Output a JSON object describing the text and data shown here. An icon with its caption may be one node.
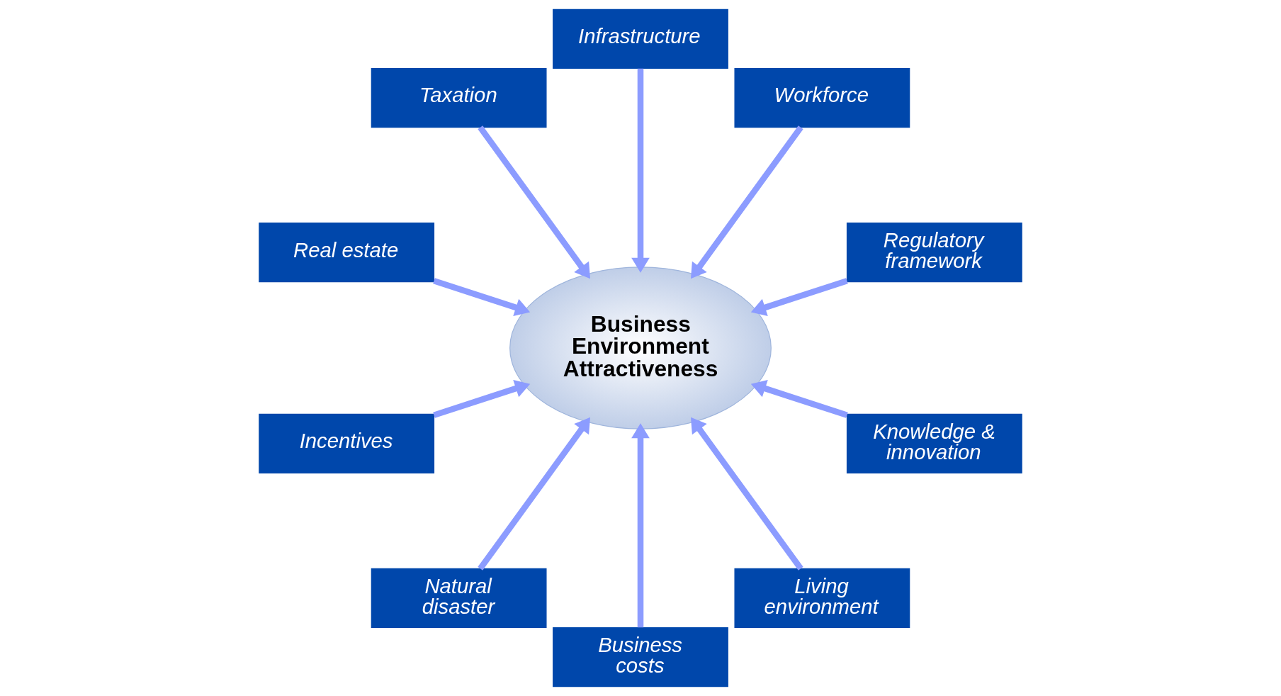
{
  "diagram": {
    "nodes": [
      {
        "text": [
          "Business Environment Attractiveness"
        ]
      },
      {
        "text": [
          "Regulatory framework"
        ]
      },
      {
        "text": [
          "Workforce"
        ]
      },
      {
        "text": [
          "Infrastructure"
        ]
      },
      {
        "text": [
          "Taxation"
        ]
      },
      {
        "text": [
          "Real estate"
        ]
      },
      {
        "text": [
          "Incentives"
        ]
      },
      {
        "text": [
          "Natural disaster"
        ]
      },
      {
        "text": [
          "Business costs"
        ]
      },
      {
        "text": [
          "Living environment"
        ]
      },
      {
        "text": [
          "Knowledge & innovation"
        ]
      }
    ],
    "edges": [
      {
        "from": 1,
        "to": 0,
        "arrow": "to"
      },
      {
        "from": 2,
        "to": 0,
        "arrow": "to"
      },
      {
        "from": 3,
        "to": 0,
        "arrow": "to"
      },
      {
        "from": 4,
        "to": 0,
        "arrow": "to"
      },
      {
        "from": 5,
        "to": 0,
        "arrow": "to"
      },
      {
        "from": 6,
        "to": 0,
        "arrow": "to"
      },
      {
        "from": 7,
        "to": 0,
        "arrow": "to"
      },
      {
        "from": 8,
        "to": 0,
        "arrow": "to"
      },
      {
        "from": 9,
        "to": 0,
        "arrow": "to"
      },
      {
        "from": 10,
        "to": 0,
        "arrow": "to"
      }
    ]
  }
}
